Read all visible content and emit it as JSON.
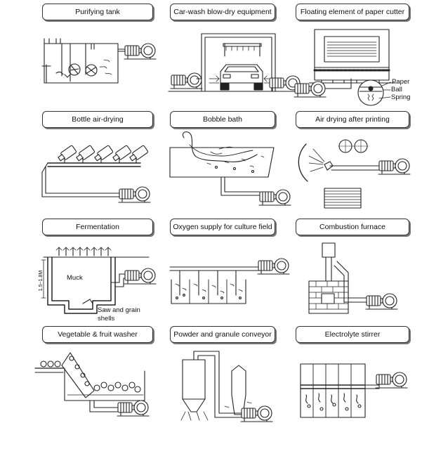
{
  "panels": [
    {
      "title": "Purifying tank"
    },
    {
      "title": "Car-wash blow-dry equipment"
    },
    {
      "title": "Floating element of paper cutter",
      "notes": [
        "Paper",
        "Ball",
        "Spring"
      ]
    },
    {
      "title": "Bottle air-drying"
    },
    {
      "title": "Bobble bath"
    },
    {
      "title": "Air drying after printing"
    },
    {
      "title": "Fermentation",
      "notes": [
        "Muck",
        "Saw and grain",
        "shells",
        "1.5~1.8M"
      ]
    },
    {
      "title": "Oxygen supply for culture field"
    },
    {
      "title": "Combustion furnace"
    },
    {
      "title": "Vegetable & fruit washer"
    },
    {
      "title": "Powder and granule conveyor"
    },
    {
      "title": "Electrolyte stirrer"
    }
  ]
}
